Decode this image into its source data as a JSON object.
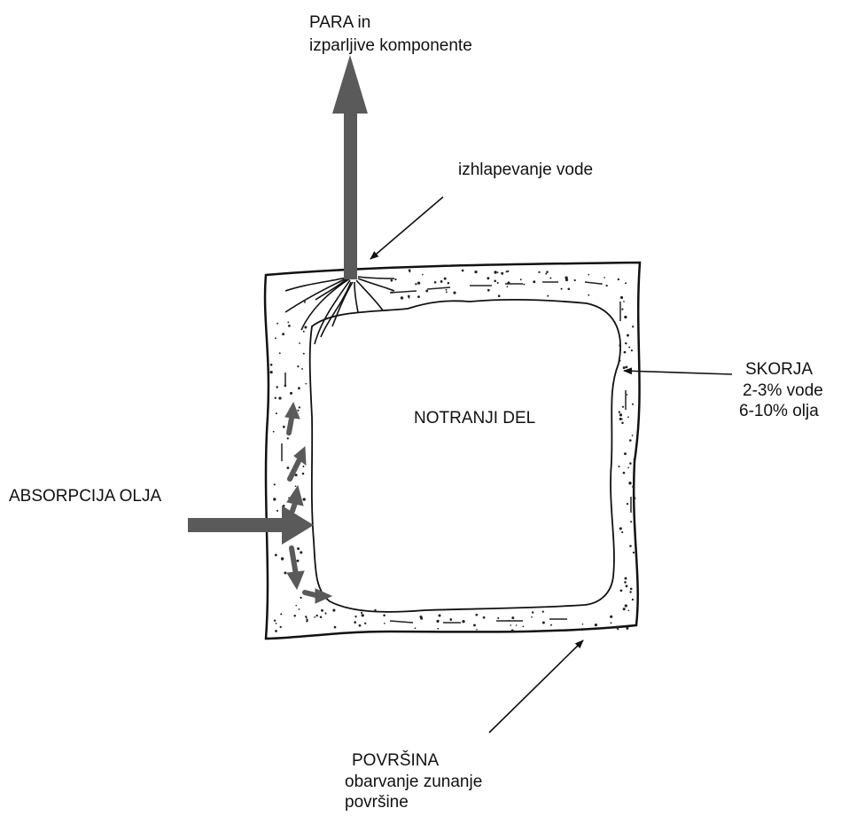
{
  "diagram": {
    "para": {
      "line1": "PARA in",
      "line2": "izparljive komponente"
    },
    "izhlapevanje": "izhlapevanje vode",
    "skorja": {
      "line1": "SKORJA",
      "line2": "2-3% vode",
      "line3": "6-10% olja"
    },
    "notranji": "NOTRANJI DEL",
    "absorpcija": "ABSORPCIJA OLJA",
    "povrsina": {
      "line1": "POVRŠINA",
      "line2": "obarvanje zunanje",
      "line3": "površine"
    }
  },
  "colors": {
    "ink": "#111111",
    "arrow": "#5a5a5a"
  }
}
